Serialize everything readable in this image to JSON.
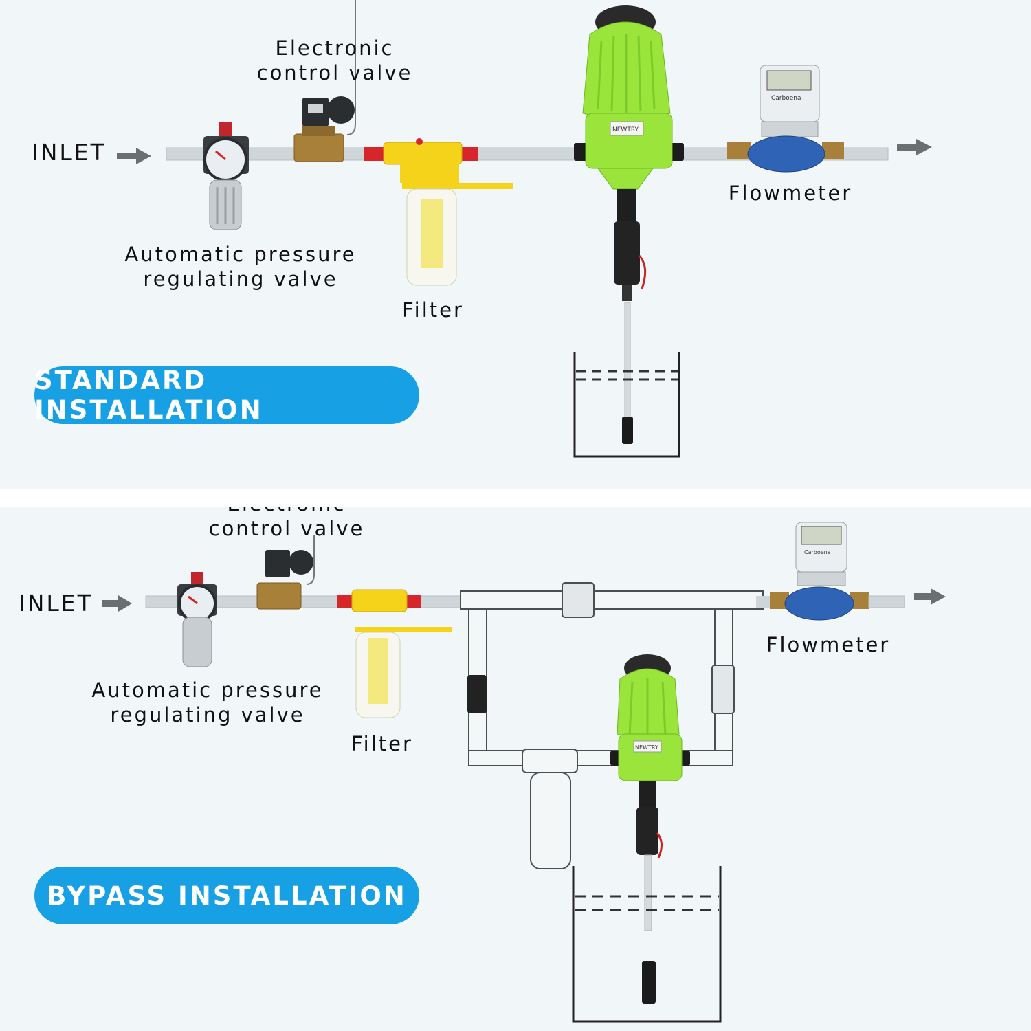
{
  "standard": {
    "inlet": "INLET",
    "electronic_valve": [
      "Electronic",
      "control valve"
    ],
    "pressure_valve": [
      "Automatic pressure",
      "regulating valve"
    ],
    "filter": "Filter",
    "flowmeter": "Flowmeter",
    "badge": "STANDARD INSTALLATION",
    "dispenser_brand": "NEWTRY",
    "meter_brand": "Carboena"
  },
  "bypass": {
    "inlet": "INLET",
    "electronic_valve": [
      "Electronic",
      "control valve"
    ],
    "pressure_valve": [
      "Automatic pressure",
      "regulating valve"
    ],
    "filter": "Filter",
    "flowmeter": "Flowmeter",
    "badge": "BYPASS INSTALLATION",
    "dispenser_brand": "NEWTRY",
    "meter_brand": "Carboena"
  },
  "colors": {
    "background": "#f1f6f8",
    "pipe": "#cfd6da",
    "dispenser_green": "#9be43c",
    "filter_yellow": "#f5d31a",
    "badge_blue": "#17a0e3",
    "meter_blue": "#2f63b6",
    "brass": "#a9803a"
  }
}
